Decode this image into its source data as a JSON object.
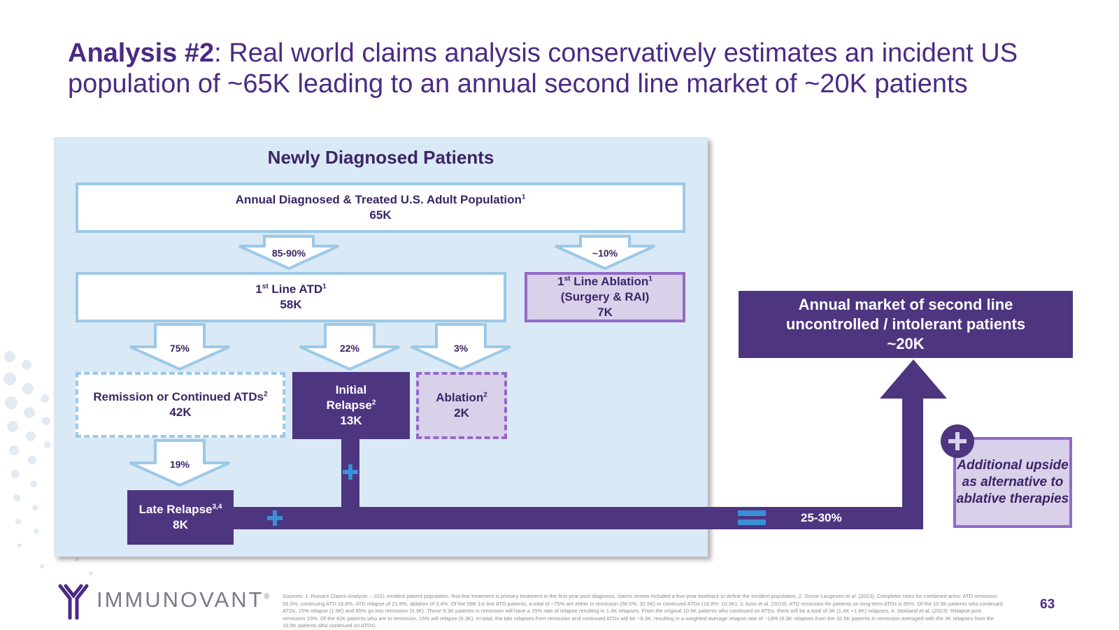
{
  "title": {
    "bold": "Analysis #2",
    "rest": ": Real world claims analysis conservatively estimates an incident US population of ~65K leading to an annual second line market of ~20K patients"
  },
  "panel": {
    "title": "Newly Diagnosed Patients",
    "population": {
      "label": "Annual Diagnosed & Treated U.S. Adult Population",
      "sup": "1",
      "value": "65K"
    },
    "pct_atd": "85-90%",
    "pct_ablation": "~10%",
    "atd": {
      "pre": "1",
      "presup": "st",
      "label": " Line ATD",
      "sup": "1",
      "value": "58K"
    },
    "ablation1": {
      "pre": "1",
      "presup": "st",
      "label": " Line Ablation",
      "sup": "1",
      "line2": "(Surgery & RAI)",
      "value": "7K"
    },
    "pct_remission": "75%",
    "pct_relapse": "22%",
    "pct_ablation2": "3%",
    "remission": {
      "label": "Remission or Continued ATDs",
      "sup": "2",
      "value": "42K"
    },
    "relapse": {
      "line1": "Initial",
      "line2": "Relapse",
      "sup": "2",
      "value": "13K"
    },
    "ablation2": {
      "label": "Ablation",
      "sup": "2",
      "value": "2K"
    },
    "pct_late": "19%",
    "late": {
      "label": "Late Relapse",
      "sup": "3,4",
      "value": "8K"
    }
  },
  "flow_pct": "25-30%",
  "market": {
    "line1": "Annual market of second line",
    "line2": "uncontrolled / intolerant patients",
    "value": "~20K"
  },
  "upside": "Additional upside as alternative to ablative therapies",
  "logo": "IMMUNOVANT",
  "logo_mark": "®",
  "footnote": "Sources: 1. Roivant Claims Analysis – 2021 incident patient population, first-line treatment is primary treatment in the first-year post diagnosis, claims review included a five-year lookback to define the incident population, 2. Grove-Laugesen et al. (2023): Completer rates for combined arms: ATD remission 56.0%, continuing ATD 18.8%, ATD relapse of 21.8%, ablation of 3.4%. Of the 58K 1st line ATD patients, a total of ~75% are either in remission (56.0%: 32.5K) or continued ATDs (18.8%: 10.9K), 3. Azizi et al. (2019): ATD remission for patients on long-term ATDs is 85%. Of the 10.9K patients who continued ATDs, 15% relapse (1.6K) and 85% go into remission (9.3K). These 9.3K patients in remission will have a 15% rate of relapse resulting in 1.4K relapses. From the original 10.9K patients who continued on ATDs, there will be a total of 3K (1.4K +1.6K) relapses, 4. Stokland et al. (2023): Relapse post remission 15%. Of the 42K patients who are in remission, 15% will relapse (6.3K). In total, the late relapses from remission and continued ATDs will be ~9.3K, resulting in a weighted average relapse rate of ~19% (6.3K relapses from the 32.5K patients in remission averaged with the 3K relapses from the 10.5K patients who continued on ATDs).",
  "page_number": "63",
  "colors": {
    "purple": "#4d3580",
    "light_blue": "#9cc9e8",
    "lavender": "#d9d0ea",
    "panel": "#d9e9f5",
    "accent_blue": "#3a8fd6"
  }
}
